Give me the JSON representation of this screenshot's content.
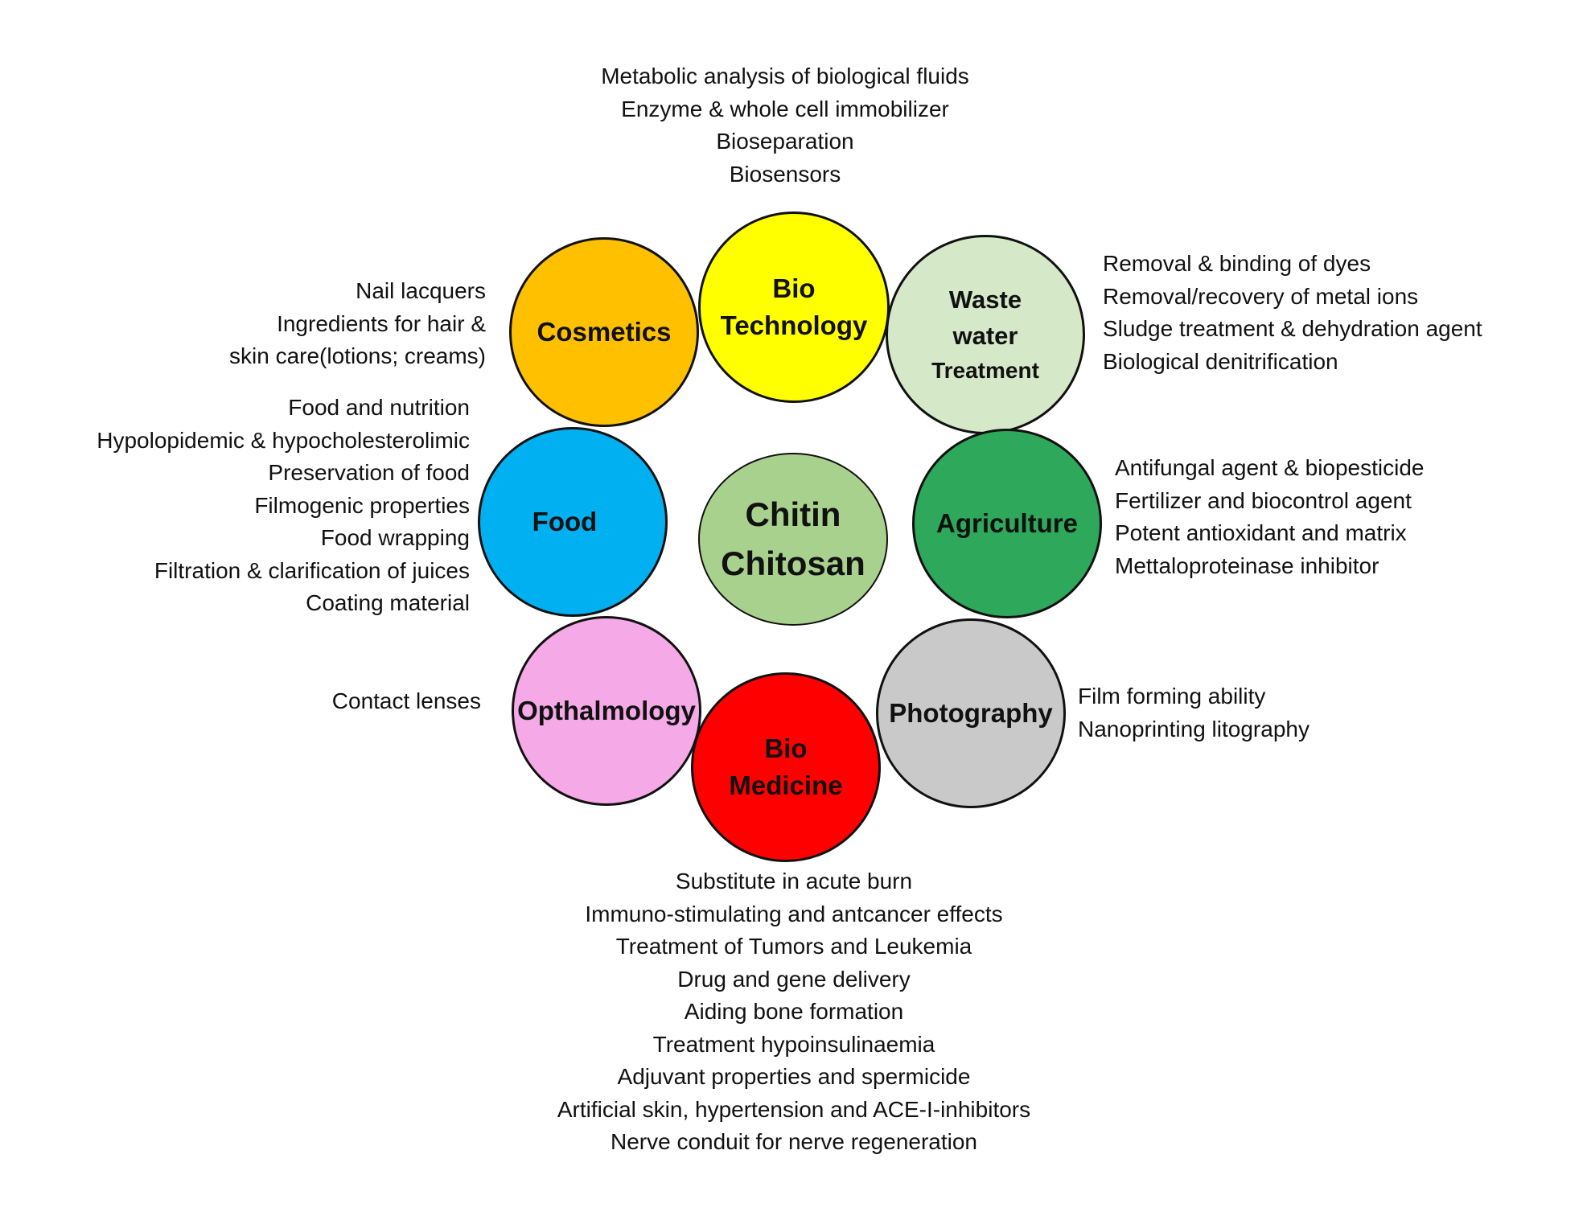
{
  "center": {
    "line1": "Chitin",
    "line2": "Chitosan",
    "color": "#a9d18e"
  },
  "nodes": {
    "biotech": {
      "lines": [
        "Bio",
        "Technology"
      ],
      "color": "#ffff00"
    },
    "wastewater": {
      "lines": [
        "Waste",
        "water",
        "Treatment"
      ],
      "color": "#d5e8c7"
    },
    "agriculture": {
      "lines": [
        "Agriculture"
      ],
      "color": "#2ea85a"
    },
    "photography": {
      "lines": [
        "Photography"
      ],
      "color": "#c9c9c9"
    },
    "biomedicine": {
      "lines": [
        "Bio",
        "Medicine"
      ],
      "color": "#ff0000"
    },
    "opthalmology": {
      "lines": [
        "Opthalmology"
      ],
      "color": "#f5a9e6"
    },
    "food": {
      "lines": [
        "Food"
      ],
      "color": "#00b0f0"
    },
    "cosmetics": {
      "lines": [
        "Cosmetics"
      ],
      "color": "#ffc000"
    }
  },
  "applications": {
    "biotech": [
      "Metabolic analysis of biological fluids",
      "Enzyme & whole cell immobilizer",
      "Bioseparation",
      "Biosensors"
    ],
    "wastewater": [
      "Removal & binding of dyes",
      "Removal/recovery of metal ions",
      "Sludge treatment & dehydration agent",
      "Biological denitrification"
    ],
    "agriculture": [
      "Antifungal agent & biopesticide",
      "Fertilizer and biocontrol agent",
      "Potent antioxidant and matrix",
      "Mettaloproteinase inhibitor"
    ],
    "photography": [
      "Film forming ability",
      "Nanoprinting litography"
    ],
    "biomedicine": [
      "Substitute in acute burn",
      "Immuno-stimulating and antcancer effects",
      "Treatment of Tumors and Leukemia",
      "Drug and gene delivery",
      "Aiding bone formation",
      "Treatment hypoinsulinaemia",
      "Adjuvant properties and spermicide",
      "Artificial skin, hypertension and ACE-I-inhibitors",
      "Nerve conduit for nerve regeneration"
    ],
    "opthalmology": [
      "Contact lenses"
    ],
    "food": [
      "Food and nutrition",
      "Hypolopidemic & hypocholesterolimic",
      "Preservation of food",
      "Filmogenic properties",
      "Food wrapping",
      "Filtration & clarification of juices",
      "Coating material"
    ],
    "cosmetics": [
      "Nail lacquers",
      "Ingredients for hair &",
      "skin care(lotions; creams)"
    ]
  }
}
